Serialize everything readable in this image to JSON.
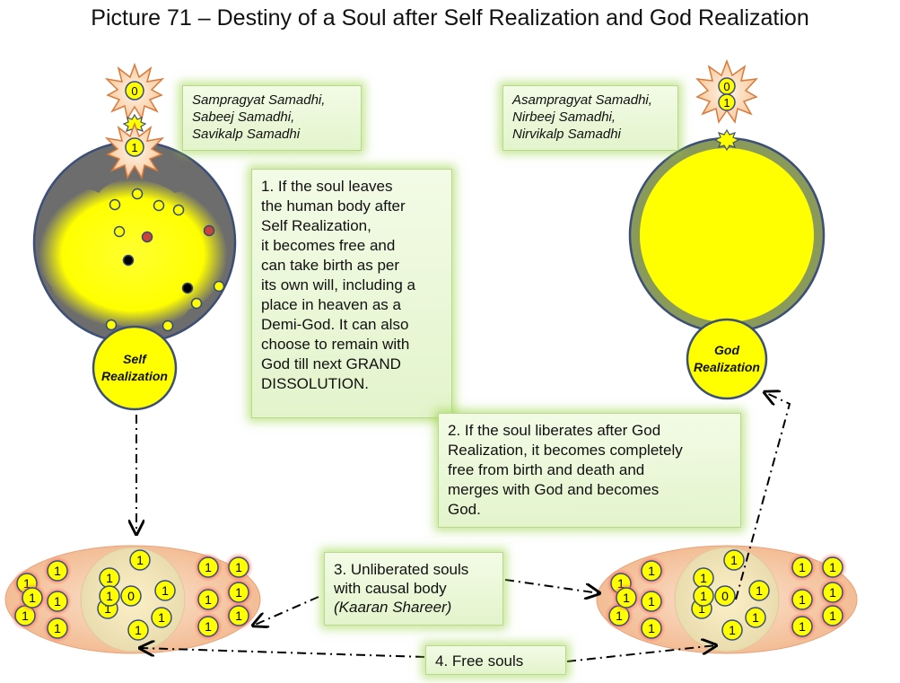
{
  "title": "Picture 71 – Destiny of a Soul after Self Realization and God Realization",
  "samadhi_left": [
    "Sampragyat Samadhi,",
    "Sabeej Samadhi,",
    "Savikalp Samadhi"
  ],
  "samadhi_right": [
    "Asampragyat Samadhi,",
    "Nirbeej Samadhi,",
    "Nirvikalp Samadhi"
  ],
  "self_label": [
    "Self",
    "Realization"
  ],
  "god_label": [
    "God",
    "Realization"
  ],
  "note1": [
    "1. If the soul leaves",
    "the human  body after",
    "Self Realization,",
    "it becomes free and",
    "can take birth as per",
    "its own will, including a",
    "place in heaven as a",
    "Demi-God. It can also",
    "choose to remain with",
    "God till next GRAND",
    "DISSOLUTION."
  ],
  "note2": [
    "2. If the soul liberates after God",
    "Realization,  it becomes completely",
    "free from birth and death and",
    "merges with God and becomes",
    "God."
  ],
  "note3": [
    "3. Unliberated souls",
    "with causal body"
  ],
  "note3_italic": "(Kaaran Shareer)",
  "note4": "4. Free souls",
  "star_values": {
    "left_top": "0",
    "left_bottom": "1",
    "right_top": "0",
    "right_bottom": "1"
  },
  "cluster_left": {
    "center": "0",
    "inner": [
      "1",
      "1",
      "1",
      "1",
      "1",
      "1",
      "1"
    ],
    "outer": [
      "1",
      "1",
      "1",
      "1",
      "1",
      "1",
      "1",
      "1",
      "1",
      "1",
      "1",
      "1"
    ]
  },
  "cluster_right": {
    "center": "0",
    "inner": [
      "1",
      "1",
      "1",
      "1",
      "1",
      "1",
      "1"
    ],
    "outer": [
      "1",
      "1",
      "1",
      "1",
      "1",
      "1",
      "1",
      "1",
      "1",
      "1",
      "1",
      "1"
    ]
  },
  "colors": {
    "soul_yellow": "#ffff00",
    "ring_olive": "#8a9a5b",
    "dark_gray": "#6d6d6d",
    "box_glow": "#9ad23c",
    "oval_peach": "#f6cfae"
  }
}
